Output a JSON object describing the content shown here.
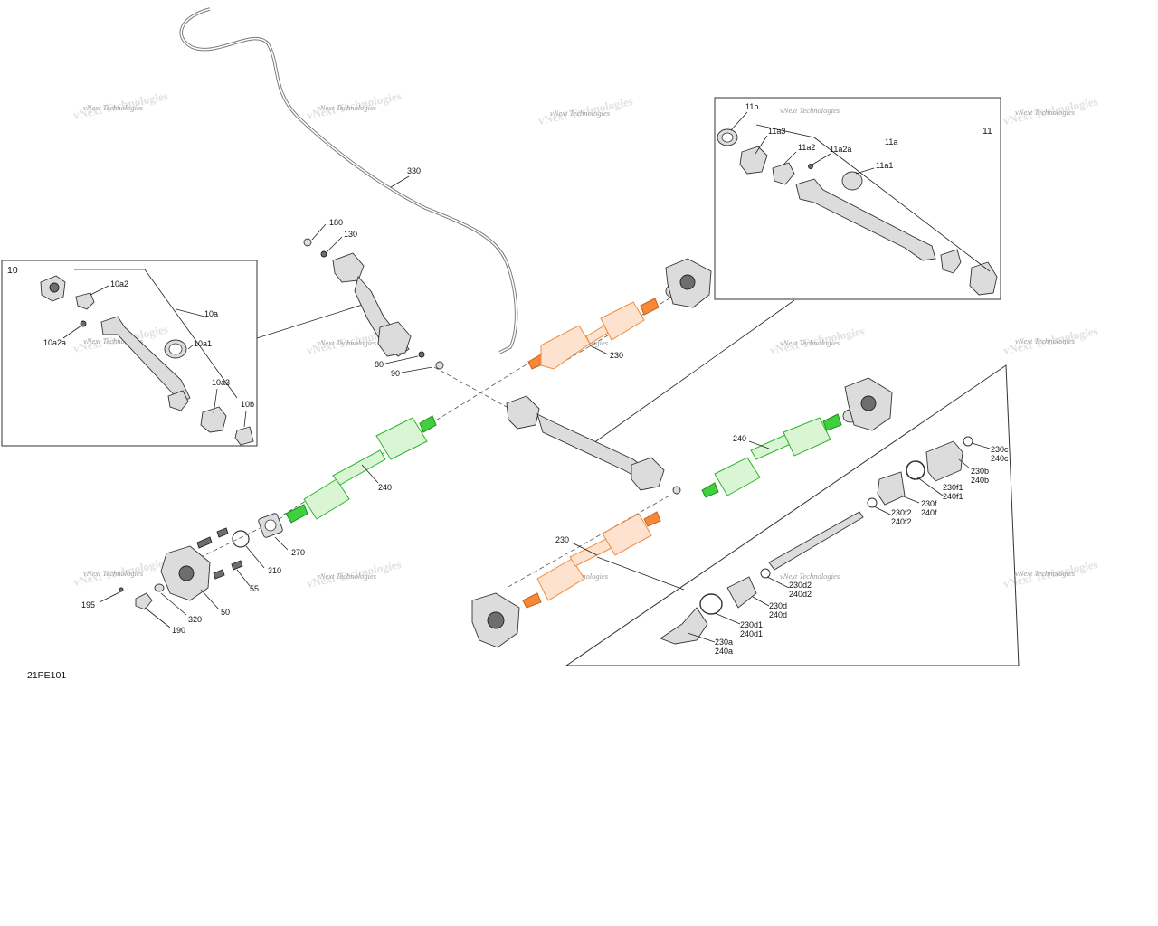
{
  "diagram_id": "21PE101",
  "watermark_text": "vNext Technologies",
  "callouts": {
    "c330": "330",
    "c180": "180",
    "c130": "130",
    "c80": "80",
    "c90": "90",
    "c230_top": "230",
    "c240_left": "240",
    "c240_right": "240",
    "c230_low": "230",
    "c270": "270",
    "c310": "310",
    "c55": "55",
    "c50": "50",
    "c320": "320",
    "c190": "190",
    "c195": "195"
  },
  "box10": {
    "title": "10",
    "labels": {
      "a2": "10a2",
      "a": "10a",
      "a2a": "10a2a",
      "a1": "10a1",
      "a3": "10a3",
      "b": "10b"
    }
  },
  "box11": {
    "title": "11",
    "labels": {
      "b": "11b",
      "a3": "11a3",
      "a2": "11a2",
      "a2a": "11a2a",
      "a": "11a",
      "a1": "11a1"
    }
  },
  "exploded": {
    "c": [
      "230c",
      "240c"
    ],
    "b": [
      "230b",
      "240b"
    ],
    "f1": [
      "230f1",
      "240f1"
    ],
    "f": [
      "230f",
      "240f"
    ],
    "f2": [
      "230f2",
      "240f2"
    ],
    "d2": [
      "230d2",
      "240d2"
    ],
    "d": [
      "230d",
      "240d"
    ],
    "d1": [
      "230d1",
      "240d1"
    ],
    "a": [
      "230a",
      "240a"
    ]
  },
  "colors": {
    "green": "#3fcf3f",
    "orange": "#f7883a"
  }
}
